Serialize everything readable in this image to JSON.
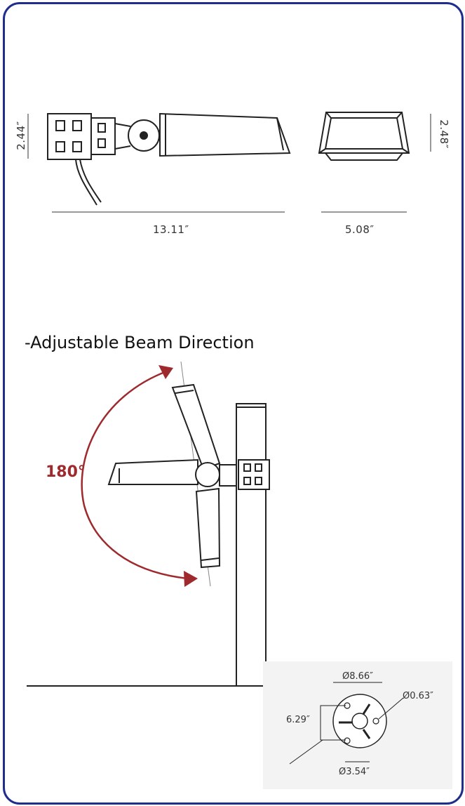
{
  "dimensions": {
    "height_left": "2.44″",
    "height_right": "2.48″",
    "length": "13.11″",
    "width": "5.08″"
  },
  "section_title": "-Adjustable Beam Direction",
  "rotation_angle": "180°",
  "mount_detail": {
    "outer_diameter": "Ø8.66″",
    "hole_diameter": "Ø0.63″",
    "bolt_spacing": "6.29″",
    "center_diameter": "Ø3.54″"
  },
  "colors": {
    "frame_border": "#1f2d8c",
    "arrow": "#9e2a2e",
    "line": "#222222",
    "dimension_line": "#999999",
    "inset_bg": "#f3f3f3"
  }
}
